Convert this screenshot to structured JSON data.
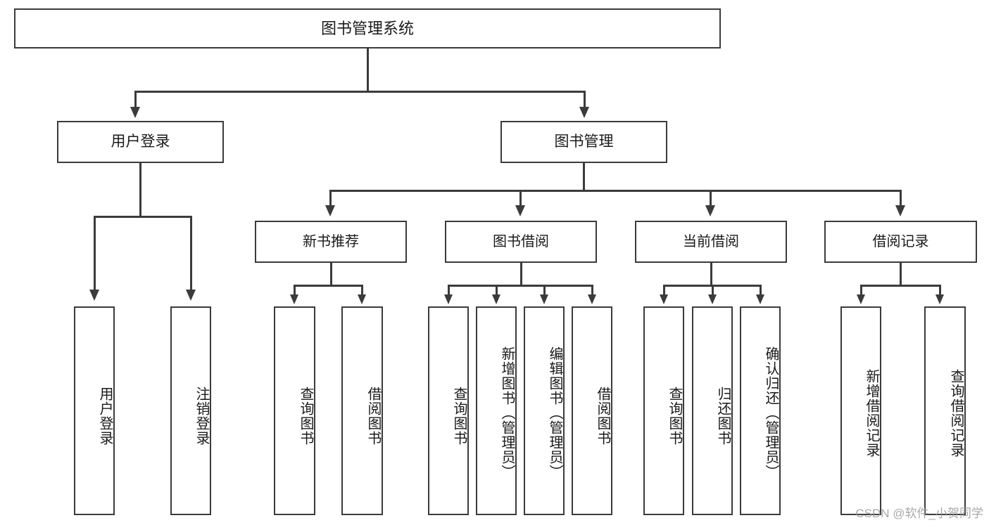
{
  "diagram": {
    "type": "tree",
    "title": "图书管理系统",
    "root": {
      "label": "图书管理系统"
    },
    "level1": [
      {
        "label": "用户登录"
      },
      {
        "label": "图书管理"
      }
    ],
    "level2": [
      {
        "label": "新书推荐"
      },
      {
        "label": "图书借阅"
      },
      {
        "label": "当前借阅"
      },
      {
        "label": "借阅记录"
      }
    ],
    "leaves": {
      "user_login": [
        {
          "label": "用户登录"
        },
        {
          "label": "注销登录"
        }
      ],
      "new_book_recommend": [
        {
          "label": "查询图书"
        },
        {
          "label": "借阅图书"
        }
      ],
      "book_borrow": [
        {
          "label": "查询图书"
        },
        {
          "label": "新增图书（管理员）"
        },
        {
          "label": "编辑图书（管理员）"
        },
        {
          "label": "借阅图书"
        }
      ],
      "current_borrow": [
        {
          "label": "查询图书"
        },
        {
          "label": "归还图书"
        },
        {
          "label": "确认归还（管理员）"
        }
      ],
      "borrow_record": [
        {
          "label": "新增借阅记录"
        },
        {
          "label": "查询借阅记录"
        }
      ]
    }
  },
  "watermark": {
    "text": "CSDN @软件_小贺同学"
  },
  "colors": {
    "border": "#3b3b3b",
    "background": "#ffffff",
    "text": "#1a1a1a",
    "watermark": "#9a9a9a"
  }
}
